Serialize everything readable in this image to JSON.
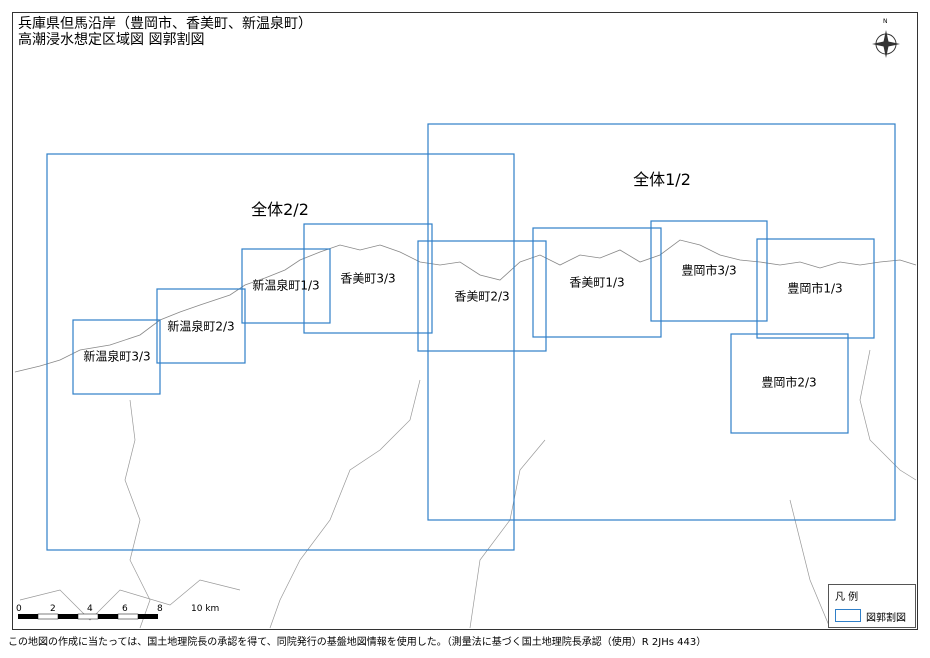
{
  "title": {
    "line1": "兵庫県但馬沿岸（豊岡市、香美町、新温泉町）",
    "line2": "高潮浸水想定区域図 図郭割図"
  },
  "north_arrow": {
    "label": "N"
  },
  "sheets": [
    {
      "label": "全体2/2"
    },
    {
      "label": "全体1/2"
    },
    {
      "label": "新温泉町3/3"
    },
    {
      "label": "新温泉町2/3"
    },
    {
      "label": "新温泉町1/3"
    },
    {
      "label": "香美町3/3"
    },
    {
      "label": "香美町2/3"
    },
    {
      "label": "香美町1/3"
    },
    {
      "label": "豊岡市3/3"
    },
    {
      "label": "豊岡市1/3"
    },
    {
      "label": "豊岡市2/3"
    }
  ],
  "scale": {
    "ticks": [
      "0",
      "2",
      "4",
      "6",
      "8",
      "10 km"
    ]
  },
  "legend": {
    "title": "凡 例",
    "item": "図郭割図"
  },
  "footer": "この地図の作成に当たっては、国土地理院長の承認を得て、同院発行の基盤地図情報を使用した。（測量法に基づく国土地理院長承認（使用）R 2JHs 443）",
  "colors": {
    "sheet": "#2f7fc8",
    "land": "#777777"
  }
}
